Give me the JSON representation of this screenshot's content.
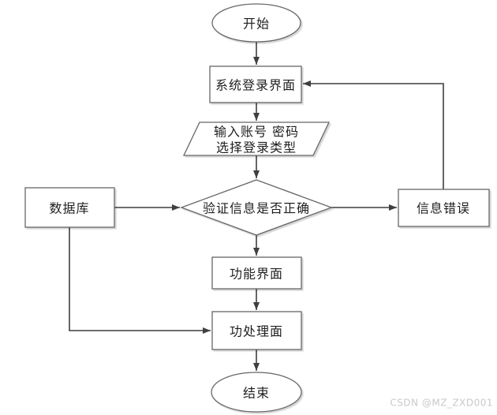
{
  "flowchart": {
    "nodes": {
      "start": {
        "type": "terminator",
        "label": "开始"
      },
      "login_screen": {
        "type": "process",
        "label": "系统登录界面"
      },
      "input_credentials": {
        "type": "data-input",
        "label_line1": "输入账号 密码",
        "label_line2": "选择登录类型"
      },
      "verify_info": {
        "type": "decision",
        "label": "验证信息是否正确"
      },
      "database": {
        "type": "process",
        "label": "数据库"
      },
      "info_error": {
        "type": "process",
        "label": "信息错误"
      },
      "function_screen": {
        "type": "process",
        "label": "功能界面"
      },
      "process_screen": {
        "type": "process",
        "label": "功处理面"
      },
      "end": {
        "type": "terminator",
        "label": "结束"
      }
    },
    "edges": [
      {
        "from": "start",
        "to": "login_screen"
      },
      {
        "from": "login_screen",
        "to": "input_credentials"
      },
      {
        "from": "input_credentials",
        "to": "verify_info"
      },
      {
        "from": "verify_info",
        "to": "function_screen"
      },
      {
        "from": "function_screen",
        "to": "process_screen"
      },
      {
        "from": "process_screen",
        "to": "end"
      },
      {
        "from": "database",
        "to": "verify_info"
      },
      {
        "from": "verify_info",
        "to": "info_error"
      },
      {
        "from": "info_error",
        "to": "login_screen"
      },
      {
        "from": "database",
        "to": "process_screen"
      }
    ],
    "colors": {
      "background": "#ffffff",
      "shape_fill": "#ffffff",
      "shape_border": "#666666",
      "connector": "#3f3f3f",
      "text": "#1f1f1f",
      "shadow": "#d9d9d9",
      "watermark": "#c9c9c9"
    }
  },
  "watermark": {
    "text": "CSDN @MZ_ZXD001"
  }
}
